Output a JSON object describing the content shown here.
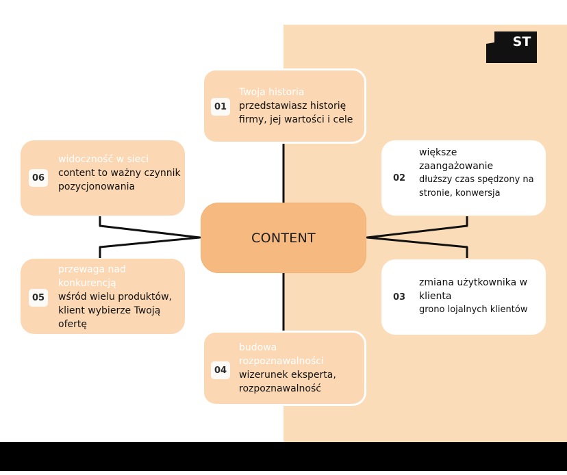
{
  "logo": {
    "text": "ST"
  },
  "center": {
    "label": "CONTENT"
  },
  "nodes": [
    {
      "num": "01",
      "title": "Twoja historia",
      "desc": "przedstawiasz historię firmy, jej wartości i cele"
    },
    {
      "num": "02",
      "title": "większe zaangażowanie",
      "desc": "dłuższy czas spędzony na stronie, konwersja"
    },
    {
      "num": "03",
      "title": "zmiana użytkownika w klienta",
      "desc": "grono lojalnych klientów"
    },
    {
      "num": "04",
      "title": "budowa rozpoznawalności",
      "desc": "wizerunek eksperta, rozpoznawalność"
    },
    {
      "num": "05",
      "title": "przewaga nad konkurencją",
      "desc": "wśród wielu produktów, klient wybierze Twoją ofertę"
    },
    {
      "num": "06",
      "title": "widoczność w sieci",
      "desc": "content to ważny czynnik pozycjonowania"
    }
  ],
  "colors": {
    "peach_bg": "#fbdcb8",
    "card_peach": "#fbd8b3",
    "center": "#f6b97f",
    "bar": "#000000"
  }
}
